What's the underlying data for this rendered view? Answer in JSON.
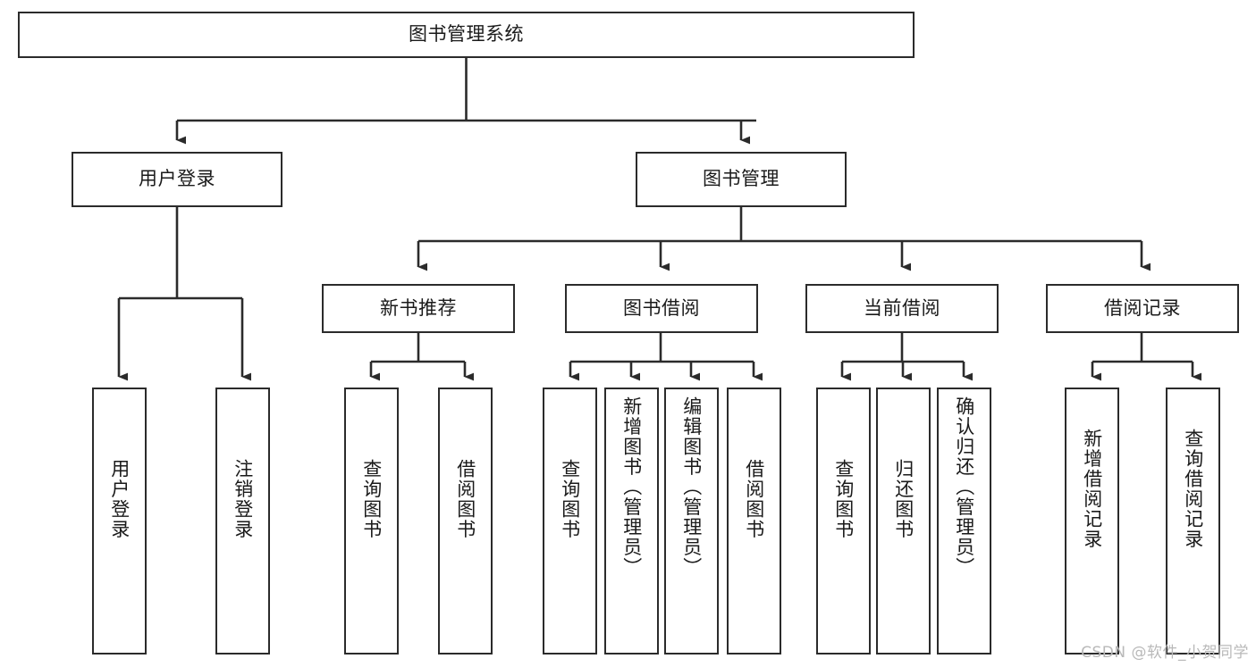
{
  "diagram": {
    "title": "图书管理系统",
    "type": "tree",
    "root": {
      "id": "root",
      "label": "图书管理系统",
      "orientation": "horizontal"
    },
    "level2": [
      {
        "id": "user-login",
        "label": "用户登录",
        "orientation": "horizontal"
      },
      {
        "id": "book-management",
        "label": "图书管理",
        "orientation": "horizontal"
      }
    ],
    "level3": [
      {
        "id": "new-book-recommend",
        "label": "新书推荐",
        "orientation": "horizontal",
        "parent": "book-management"
      },
      {
        "id": "book-borrow",
        "label": "图书借阅",
        "orientation": "horizontal",
        "parent": "book-management"
      },
      {
        "id": "current-borrow",
        "label": "当前借阅",
        "orientation": "horizontal",
        "parent": "book-management"
      },
      {
        "id": "borrow-record",
        "label": "借阅记录",
        "orientation": "horizontal",
        "parent": "book-management"
      }
    ],
    "leaves": [
      {
        "id": "leaf-user-login",
        "label": "用户登录",
        "parent": "user-login"
      },
      {
        "id": "leaf-logout",
        "label": "注销登录",
        "parent": "user-login"
      },
      {
        "id": "leaf-query-book-1",
        "label": "查询图书",
        "parent": "new-book-recommend"
      },
      {
        "id": "leaf-borrow-book-1",
        "label": "借阅图书",
        "parent": "new-book-recommend"
      },
      {
        "id": "leaf-query-book-2",
        "label": "查询图书",
        "parent": "book-borrow"
      },
      {
        "id": "leaf-add-book",
        "label": "新增图书（管理员）",
        "parent": "book-borrow"
      },
      {
        "id": "leaf-edit-book",
        "label": "编辑图书（管理员）",
        "parent": "book-borrow"
      },
      {
        "id": "leaf-borrow-book-2",
        "label": "借阅图书",
        "parent": "book-borrow"
      },
      {
        "id": "leaf-query-book-3",
        "label": "查询图书",
        "parent": "current-borrow"
      },
      {
        "id": "leaf-return-book",
        "label": "归还图书",
        "parent": "current-borrow"
      },
      {
        "id": "leaf-confirm-return",
        "label": "确认归还（管理员）",
        "parent": "current-borrow"
      },
      {
        "id": "leaf-add-record",
        "label": "新增借阅记录",
        "parent": "borrow-record"
      },
      {
        "id": "leaf-query-record",
        "label": "查询借阅记录",
        "parent": "borrow-record"
      }
    ]
  },
  "watermark": {
    "text": "CSDN @软件_小贺同学"
  },
  "colors": {
    "border": "#2b2b2b",
    "background": "#ffffff",
    "text": "#1a1a1a",
    "watermark": "#b9b9b9"
  }
}
